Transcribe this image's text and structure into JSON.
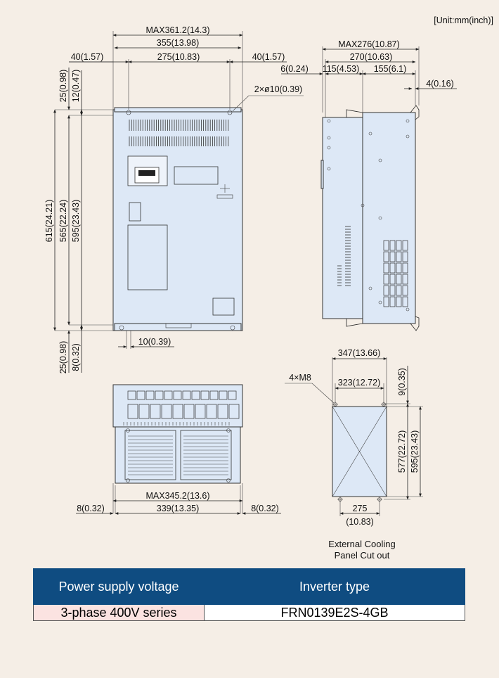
{
  "unit_note": "[Unit:mm(inch)]",
  "front_view": {
    "max_width": "MAX361.2(14.3)",
    "width": "355(13.98)",
    "left_offset": "40(1.57)",
    "mount_pitch": "275(10.83)",
    "right_offset": "40(1.57)",
    "mount_hole": "2×ø10(0.39)",
    "top_offset_1": "25(0.98)",
    "top_offset_2": "12(0.47)",
    "height_total": "615(24.21)",
    "mount_height": "565(22.24)",
    "body_height": "595(23.43)",
    "bottom_slot": "10(0.39)",
    "bottom_offset_1": "25(0.98)",
    "bottom_offset_2": "8(0.32)"
  },
  "side_view": {
    "max_depth": "MAX276(10.87)",
    "depth": "270(10.63)",
    "front_panel": "6(0.24)",
    "front_depth": "115(4.53)",
    "rear_depth": "155(6.1)",
    "flange": "4(0.16)"
  },
  "bottom_view": {
    "max_width": "MAX345.2(13.6)",
    "width": "339(13.35)",
    "left_offset": "8(0.32)",
    "right_offset": "8(0.32)"
  },
  "cutout": {
    "holes": "4×M8",
    "outer_width": "347(13.66)",
    "inner_width": "323(12.72)",
    "top_offset": "9(0.35)",
    "inner_height": "577(22.72)",
    "outer_height": "595(23.43)",
    "bottom_width": "275",
    "bottom_width_inch": "(10.83)",
    "caption_line1": "External Cooling",
    "caption_line2": "Panel Cut out"
  },
  "table": {
    "col1_header": "Power supply voltage",
    "col2_header": "Inverter type",
    "voltage": "3-phase 400V series",
    "type": "FRN0139E2S-4GB"
  },
  "colors": {
    "body_fill": "#dde8f6",
    "header_bg": "#0f4c81",
    "voltage_cell_bg": "#fbe3e1",
    "page_bg": "#f5eee6"
  }
}
